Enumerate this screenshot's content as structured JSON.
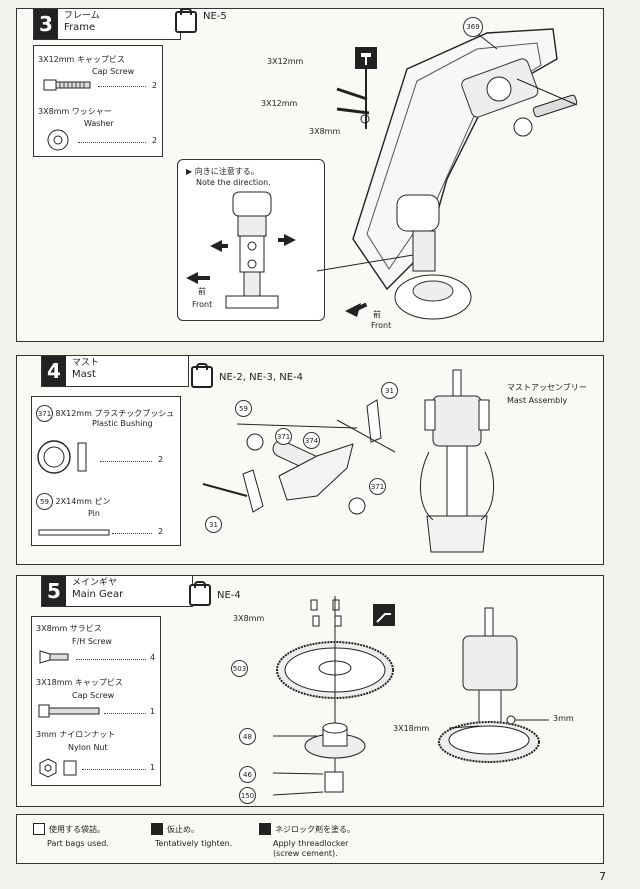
{
  "step3": {
    "number": "3",
    "title_jp": "フレーム",
    "title_en": "Frame",
    "bag": "NE-5",
    "parts": [
      {
        "jp": "3X12mm キャップビス",
        "en": "Cap Screw",
        "qty": "2"
      },
      {
        "jp": "3X8mm ワッシャー",
        "en": "Washer",
        "qty": "2"
      }
    ],
    "callouts": {
      "screw_a": "3X12mm",
      "screw_b": "3X12mm",
      "washer": "3X8mm",
      "part_no": "369"
    },
    "note_jp": "向きに注意する。",
    "note_en": "Note the direction.",
    "front_jp": "前",
    "front_en": "Front",
    "front2_jp": "前",
    "front2_en": "Front"
  },
  "step4": {
    "number": "4",
    "title_jp": "マスト",
    "title_en": "Mast",
    "bag": "NE-2, NE-3, NE-4",
    "parts": [
      {
        "no": "371",
        "jp": "8X12mm プラスチックブッシュ",
        "en": "Plastic Bushing",
        "qty": "2"
      },
      {
        "no": "59",
        "jp": "2X14mm ピン",
        "en": "Pin",
        "qty": "2"
      }
    ],
    "callouts": {
      "c59": "59",
      "c371a": "371",
      "c374": "374",
      "c31a": "31",
      "c371b": "371",
      "c31b": "31"
    },
    "assembly_jp": "マストアッセンブリー",
    "assembly_en": "Mast Assembly"
  },
  "step5": {
    "number": "5",
    "title_jp": "メインギヤ",
    "title_en": "Main Gear",
    "bag": "NE-4",
    "parts": [
      {
        "jp": "3X8mm サラビス",
        "en": "F/H Screw",
        "qty": "4"
      },
      {
        "jp": "3X18mm キャップビス",
        "en": "Cap Screw",
        "qty": "1"
      },
      {
        "jp": "3mm ナイロンナット",
        "en": "Nylon Nut",
        "qty": "1"
      }
    ],
    "callouts": {
      "screws": "3X8mm",
      "gear": "503",
      "c48": "48",
      "c46": "46",
      "c150": "150",
      "bolt": "3X18mm",
      "nut": "3mm"
    }
  },
  "legend": {
    "bags_jp": "使用する袋詰。",
    "bags_en": "Part bags used.",
    "tight_jp": "仮止め。",
    "tight_en": "Tentatively tighten.",
    "lock_jp": "ネジロック剤を塗る。",
    "lock_en": "Apply threadlocker",
    "lock_en2": "(screw cement)."
  },
  "page_number": "7"
}
